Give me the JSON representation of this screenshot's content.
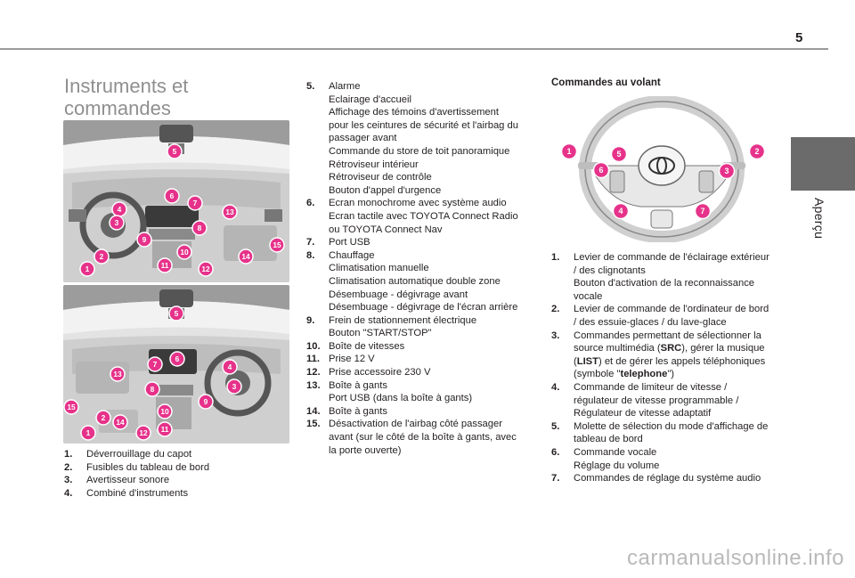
{
  "page": {
    "number": "5",
    "side_tab": "Aperçu",
    "title": "Instruments et commandes"
  },
  "colors": {
    "accent": "#e6328a",
    "tab": "#6b6b6b",
    "title": "#8f8f8f"
  },
  "illustrations": {
    "top_markers": [
      "5",
      "6",
      "7",
      "4",
      "3",
      "13",
      "8",
      "9",
      "10",
      "15",
      "14",
      "2",
      "1",
      "11",
      "12"
    ],
    "bottom_markers": [
      "5",
      "6",
      "7",
      "4",
      "13",
      "3",
      "8",
      "9",
      "15",
      "10",
      "2",
      "14",
      "1",
      "12",
      "11"
    ],
    "wheel_markers": [
      "1",
      "5",
      "2",
      "6",
      "3",
      "4",
      "7"
    ]
  },
  "list1": [
    {
      "num": "1.",
      "lines": [
        "Déverrouillage du capot"
      ]
    },
    {
      "num": "2.",
      "lines": [
        "Fusibles du tableau de bord"
      ]
    },
    {
      "num": "3.",
      "lines": [
        "Avertisseur sonore"
      ]
    },
    {
      "num": "4.",
      "lines": [
        "Combiné d'instruments"
      ]
    }
  ],
  "list2": [
    {
      "num": "5.",
      "lines": [
        "Alarme",
        "Eclairage d'accueil",
        "Affichage des témoins d'avertissement",
        "pour les ceintures de sécurité et l'airbag du",
        "passager avant",
        "Commande du store de toit panoramique",
        "Rétroviseur intérieur",
        "Rétroviseur de contrôle",
        "Bouton d'appel d'urgence"
      ]
    },
    {
      "num": "6.",
      "lines": [
        "Ecran monochrome avec système audio",
        "Ecran tactile avec TOYOTA Connect Radio",
        "ou TOYOTA Connect Nav"
      ]
    },
    {
      "num": "7.",
      "lines": [
        "Port USB"
      ]
    },
    {
      "num": "8.",
      "lines": [
        "Chauffage",
        "Climatisation manuelle",
        "Climatisation automatique double zone",
        "Désembuage - dégivrage avant",
        "Désembuage - dégivrage de l'écran arrière"
      ]
    },
    {
      "num": "9.",
      "lines": [
        "Frein de stationnement électrique",
        "Bouton \"START/STOP\""
      ]
    },
    {
      "num": "10.",
      "lines": [
        "Boîte de vitesses"
      ]
    },
    {
      "num": "11.",
      "lines": [
        "Prise 12 V"
      ]
    },
    {
      "num": "12.",
      "lines": [
        "Prise accessoire 230 V"
      ]
    },
    {
      "num": "13.",
      "lines": [
        "Boîte à gants",
        "Port USB (dans la boîte à gants)"
      ]
    },
    {
      "num": "14.",
      "lines": [
        "Boîte à gants"
      ]
    },
    {
      "num": "15.",
      "lines": [
        "Désactivation de l'airbag côté passager",
        "avant (sur le côté de la boîte à gants, avec",
        "la porte ouverte)"
      ]
    }
  ],
  "wheel_section": {
    "heading": "Commandes au volant",
    "items": [
      {
        "num": "1.",
        "lines": [
          "Levier de commande de l'éclairage extérieur",
          "/ des clignotants",
          "Bouton d'activation de la reconnaissance",
          "vocale"
        ]
      },
      {
        "num": "2.",
        "lines": [
          "Levier de commande de l'ordinateur de bord",
          "/ des essuie-glaces / du lave-glace"
        ]
      },
      {
        "num": "3.",
        "lines": [
          "Commandes permettant de sélectionner la",
          "source multimédia (SRC), gérer la musique",
          "(LIST) et de gérer les appels téléphoniques",
          "(symbole \"telephone\")"
        ]
      },
      {
        "num": "4.",
        "lines": [
          "Commande de limiteur de vitesse /",
          "régulateur de vitesse programmable /",
          "Régulateur de vitesse adaptatif"
        ]
      },
      {
        "num": "5.",
        "lines": [
          "Molette de sélection du mode d'affichage de",
          "tableau de bord"
        ]
      },
      {
        "num": "6.",
        "lines": [
          "Commande vocale",
          "Réglage du volume"
        ]
      },
      {
        "num": "7.",
        "lines": [
          "Commandes de réglage du système audio"
        ]
      }
    ]
  },
  "watermark": "carmanualsonline.info"
}
